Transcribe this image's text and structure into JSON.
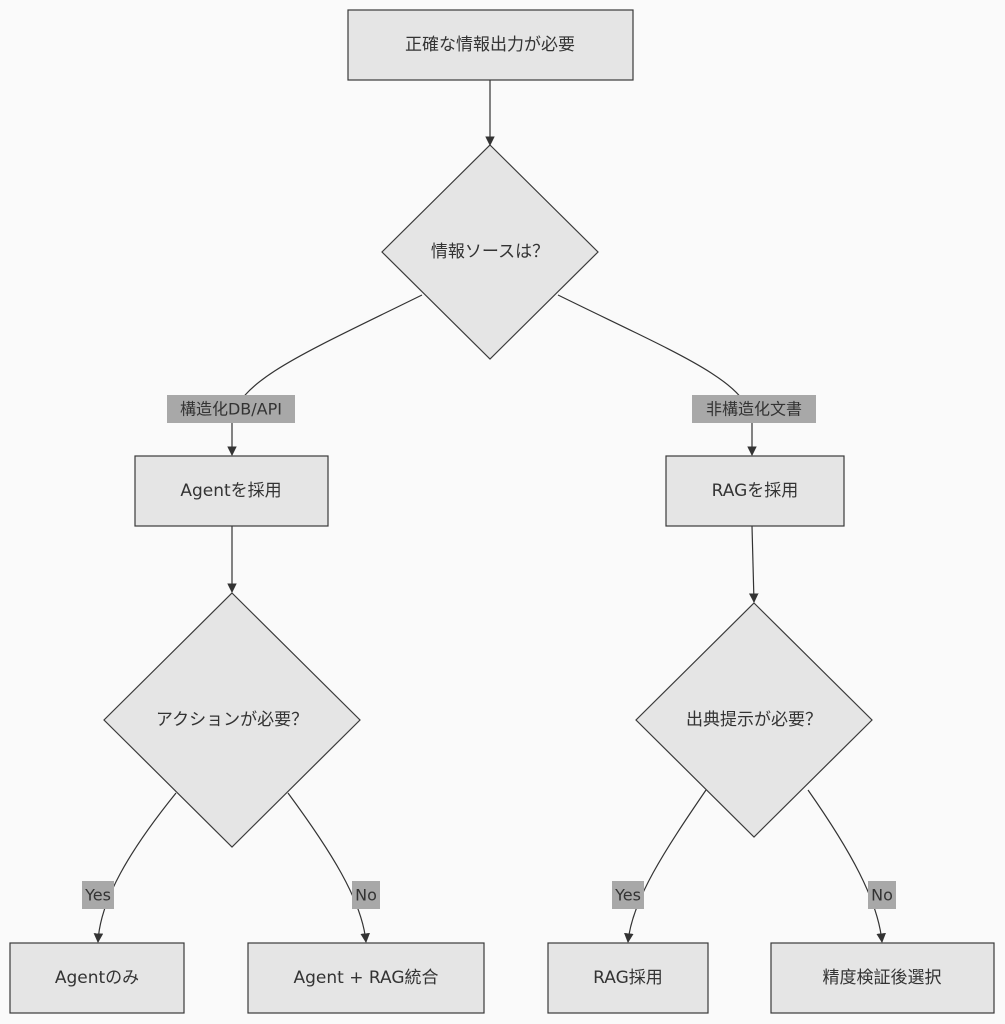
{
  "nodes": {
    "start": "正確な情報出力が必要",
    "source_decision": "情報ソースは？",
    "agent_adopt": "Agentを採用",
    "rag_adopt": "RAGを採用",
    "action_decision": "アクションが必要？",
    "citation_decision": "出典提示が必要？",
    "agent_only": "Agentのみ",
    "agent_rag": "Agent + RAG統合",
    "rag_only": "RAG採用",
    "verify_select": "精度検証後選択"
  },
  "edges": {
    "structured": "構造化DB/API",
    "unstructured": "非構造化文書",
    "action_yes": "Yes",
    "action_no": "No",
    "citation_yes": "Yes",
    "citation_no": "No"
  }
}
